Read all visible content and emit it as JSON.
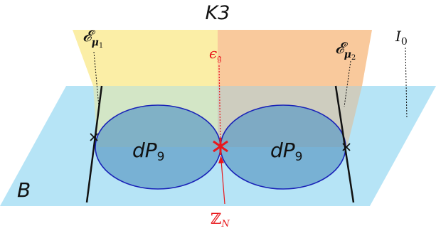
{
  "title": "K3",
  "labels": {
    "left_plane": "𝓔",
    "left_plane_sub": "μ",
    "left_plane_sub2": "1",
    "right_plane": "𝓔",
    "right_plane_sub": "μ",
    "right_plane_sub2": "2",
    "interval": "I",
    "interval_sub": "0",
    "center_line": "ϵ",
    "center_line_sub": "𝔤",
    "left_surface": "dP",
    "left_surface_sub": "9",
    "right_surface": "dP",
    "right_surface_sub": "9",
    "base": "B",
    "orbifold": "ℤ",
    "orbifold_sub": "N"
  },
  "colors": {
    "left_plane": "#fbeea6",
    "right_plane": "#f9c99c",
    "base": "#b6e4f6",
    "ellipse_fill": "#5f9cc6",
    "ellipse_stroke": "#1a23b8",
    "marker_red": "#e8181c",
    "ink": "#111111"
  }
}
